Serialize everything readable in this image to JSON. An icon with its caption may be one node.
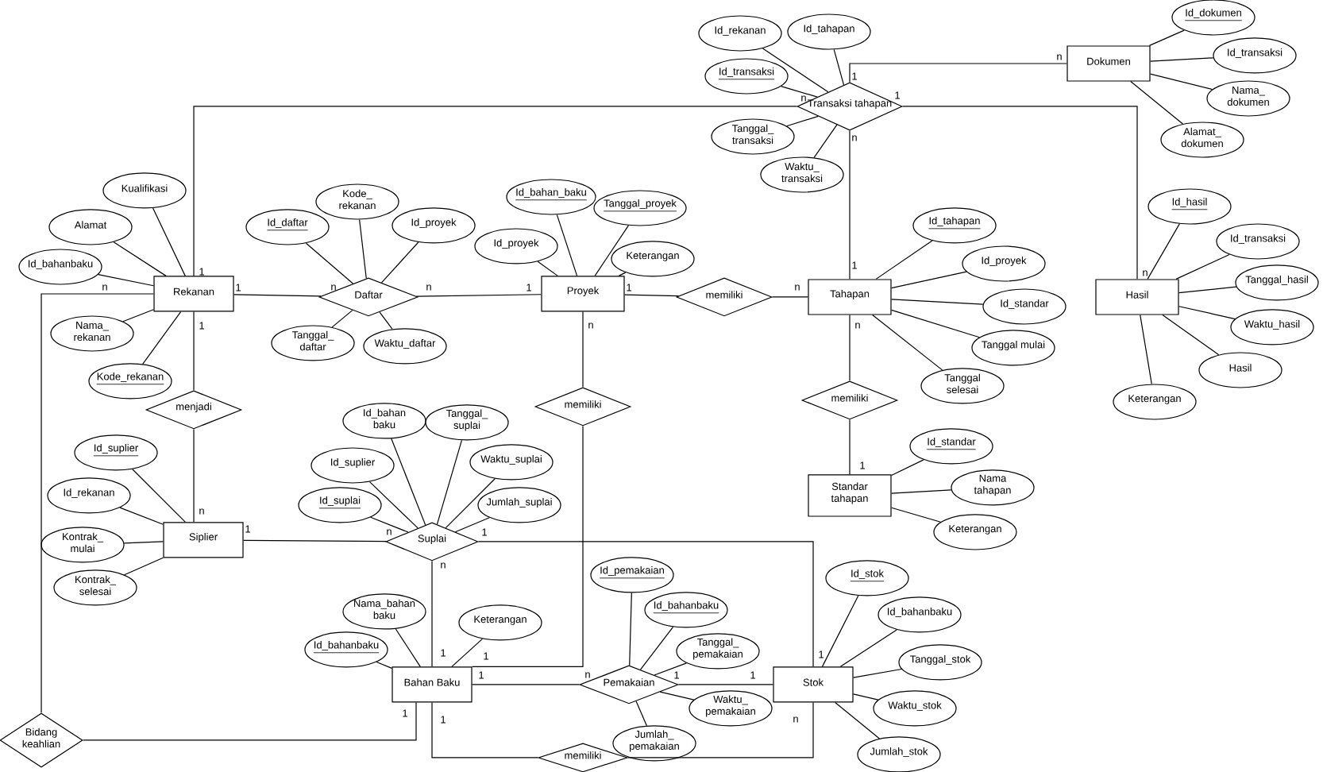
{
  "diagram": {
    "nodes": [
      {
        "text": [
          "Rekanan"
        ]
      },
      {
        "text": [
          "Daftar"
        ]
      },
      {
        "text": [
          "Proyek"
        ]
      },
      {
        "text": [
          "memiliki"
        ]
      },
      {
        "text": [
          "Tahapan"
        ]
      },
      {
        "text": [
          "Transaksi tahapan"
        ]
      },
      {
        "text": [
          "Dokumen"
        ]
      },
      {
        "text": [
          "Hasil"
        ]
      },
      {
        "text": [
          "memiliki"
        ]
      },
      {
        "text": [
          "Standar tahapan"
        ]
      },
      {
        "text": [
          "menjadi"
        ]
      },
      {
        "text": [
          "Siplier"
        ]
      },
      {
        "text": [
          "memiliki"
        ]
      },
      {
        "text": [
          "Suplai"
        ]
      },
      {
        "text": [
          "Bahan Baku"
        ]
      },
      {
        "text": [
          "Pemakaian"
        ]
      },
      {
        "text": [
          "Stok"
        ]
      },
      {
        "text": [
          "memiliki"
        ]
      },
      {
        "text": [
          "Bidang keahlian"
        ]
      },
      {
        "text": [
          "Kualifikasi"
        ]
      },
      {
        "text": [
          "Alamat"
        ]
      },
      {
        "text": [
          "Id_bahanbaku"
        ]
      },
      {
        "text": [
          "Nama_rekanan"
        ]
      },
      {
        "text": [
          "Kode_rekanan"
        ]
      },
      {
        "text": [
          "Id_daftar"
        ]
      },
      {
        "text": [
          "Kode_rekanan"
        ]
      },
      {
        "text": [
          "Id_proyek"
        ]
      },
      {
        "text": [
          "Tanggal_daftar"
        ]
      },
      {
        "text": [
          "Waktu_daftar"
        ]
      },
      {
        "text": [
          "Id_bahan_baku"
        ]
      },
      {
        "text": [
          "Tanggal_proyek"
        ]
      },
      {
        "text": [
          "Id_proyek"
        ]
      },
      {
        "text": [
          "Keterangan"
        ]
      },
      {
        "text": [
          "Id_rekanan"
        ]
      },
      {
        "text": [
          "Id_tahapan"
        ]
      },
      {
        "text": [
          "Id_transaksi"
        ]
      },
      {
        "text": [
          "Tanggal_transaksi"
        ]
      },
      {
        "text": [
          "Waktu_transaksi"
        ]
      },
      {
        "text": [
          "Id_dokumen"
        ]
      },
      {
        "text": [
          "Id_transaksi"
        ]
      },
      {
        "text": [
          "Nama_dokumen"
        ]
      },
      {
        "text": [
          "Alamat_dokumen"
        ]
      },
      {
        "text": [
          "Id_tahapan"
        ]
      },
      {
        "text": [
          "Id_proyek"
        ]
      },
      {
        "text": [
          "Id_standar"
        ]
      },
      {
        "text": [
          "Tanggal mulai"
        ]
      },
      {
        "text": [
          "Tanggal selesai"
        ]
      },
      {
        "text": [
          "Id_hasil"
        ]
      },
      {
        "text": [
          "Id_transaksi"
        ]
      },
      {
        "text": [
          "Tanggal_hasil"
        ]
      },
      {
        "text": [
          "Waktu_hasil"
        ]
      },
      {
        "text": [
          "Hasil"
        ]
      },
      {
        "text": [
          "Keterangan"
        ]
      },
      {
        "text": [
          "Id_standar"
        ]
      },
      {
        "text": [
          "Nama tahapan"
        ]
      },
      {
        "text": [
          "Keterangan"
        ]
      },
      {
        "text": [
          "Id_suplier"
        ]
      },
      {
        "text": [
          "Id_rekanan"
        ]
      },
      {
        "text": [
          "Kontrak_ mulai"
        ]
      },
      {
        "text": [
          "Kontrak_ selesai"
        ]
      },
      {
        "text": [
          "Id_bahan baku"
        ]
      },
      {
        "text": [
          "Tanggal_suplai"
        ]
      },
      {
        "text": [
          "Id_suplier"
        ]
      },
      {
        "text": [
          "Waktu_suplai"
        ]
      },
      {
        "text": [
          "Id_suplai"
        ]
      },
      {
        "text": [
          "Jumlah_suplai"
        ]
      },
      {
        "text": [
          "Nama_bahan baku"
        ]
      },
      {
        "text": [
          "Keterangan"
        ]
      },
      {
        "text": [
          "Id_bahanbaku"
        ]
      },
      {
        "text": [
          "Id_pemakaian"
        ]
      },
      {
        "text": [
          "Id_bahanbaku"
        ]
      },
      {
        "text": [
          "Tanggal_pemakaian"
        ]
      },
      {
        "text": [
          "Waktu_pemakaian"
        ]
      },
      {
        "text": [
          "Jumlah_pemakaian"
        ]
      },
      {
        "text": [
          "Id_stok"
        ]
      },
      {
        "text": [
          "Id_bahanbaku"
        ]
      },
      {
        "text": [
          "Tanggal_stok"
        ]
      },
      {
        "text": [
          "Waktu_stok"
        ]
      },
      {
        "text": [
          "Jumlah_stok"
        ]
      }
    ],
    "edges": [
      {
        "from": 0,
        "to": 1,
        "arrow": "none"
      },
      {
        "from": 1,
        "to": 2,
        "arrow": "none"
      },
      {
        "from": 2,
        "to": 3,
        "arrow": "none"
      },
      {
        "from": 3,
        "to": 4,
        "arrow": "none"
      },
      {
        "from": 5,
        "to": 4,
        "arrow": "none"
      },
      {
        "from": 5,
        "to": 6,
        "arrow": "none"
      },
      {
        "from": 5,
        "to": 7,
        "arrow": "none"
      },
      {
        "from": 5,
        "to": 0,
        "arrow": "none"
      },
      {
        "from": 4,
        "to": 8,
        "arrow": "none"
      },
      {
        "from": 8,
        "to": 9,
        "arrow": "none"
      },
      {
        "from": 0,
        "to": 10,
        "arrow": "none"
      },
      {
        "from": 10,
        "to": 11,
        "arrow": "none"
      },
      {
        "from": 11,
        "to": 13,
        "arrow": "none"
      },
      {
        "from": 13,
        "to": 14,
        "arrow": "none"
      },
      {
        "from": 2,
        "to": 12,
        "arrow": "none"
      },
      {
        "from": 12,
        "to": 14,
        "arrow": "none"
      },
      {
        "from": 13,
        "to": 16,
        "arrow": "none"
      },
      {
        "from": 14,
        "to": 15,
        "arrow": "none"
      },
      {
        "from": 15,
        "to": 16,
        "arrow": "none"
      },
      {
        "from": 14,
        "to": 17,
        "arrow": "none"
      },
      {
        "from": 17,
        "to": 16,
        "arrow": "none"
      },
      {
        "from": 14,
        "to": 18,
        "arrow": "none"
      },
      {
        "from": 18,
        "to": 0,
        "arrow": "none"
      },
      {
        "from": 19,
        "to": 0,
        "arrow": "none"
      },
      {
        "from": 20,
        "to": 0,
        "arrow": "none"
      },
      {
        "from": 21,
        "to": 0,
        "arrow": "none"
      },
      {
        "from": 22,
        "to": 0,
        "arrow": "none"
      },
      {
        "from": 23,
        "to": 0,
        "arrow": "none"
      },
      {
        "from": 24,
        "to": 1,
        "arrow": "none"
      },
      {
        "from": 25,
        "to": 1,
        "arrow": "none"
      },
      {
        "from": 26,
        "to": 1,
        "arrow": "none"
      },
      {
        "from": 27,
        "to": 1,
        "arrow": "none"
      },
      {
        "from": 28,
        "to": 1,
        "arrow": "none"
      },
      {
        "from": 29,
        "to": 2,
        "arrow": "none"
      },
      {
        "from": 30,
        "to": 2,
        "arrow": "none"
      },
      {
        "from": 31,
        "to": 2,
        "arrow": "none"
      },
      {
        "from": 32,
        "to": 2,
        "arrow": "none"
      },
      {
        "from": 33,
        "to": 5,
        "arrow": "none"
      },
      {
        "from": 34,
        "to": 5,
        "arrow": "none"
      },
      {
        "from": 35,
        "to": 5,
        "arrow": "none"
      },
      {
        "from": 36,
        "to": 5,
        "arrow": "none"
      },
      {
        "from": 37,
        "to": 5,
        "arrow": "none"
      },
      {
        "from": 38,
        "to": 6,
        "arrow": "none"
      },
      {
        "from": 39,
        "to": 6,
        "arrow": "none"
      },
      {
        "from": 40,
        "to": 6,
        "arrow": "none"
      },
      {
        "from": 41,
        "to": 6,
        "arrow": "none"
      },
      {
        "from": 42,
        "to": 4,
        "arrow": "none"
      },
      {
        "from": 43,
        "to": 4,
        "arrow": "none"
      },
      {
        "from": 44,
        "to": 4,
        "arrow": "none"
      },
      {
        "from": 45,
        "to": 4,
        "arrow": "none"
      },
      {
        "from": 46,
        "to": 4,
        "arrow": "none"
      },
      {
        "from": 47,
        "to": 7,
        "arrow": "none"
      },
      {
        "from": 48,
        "to": 7,
        "arrow": "none"
      },
      {
        "from": 49,
        "to": 7,
        "arrow": "none"
      },
      {
        "from": 50,
        "to": 7,
        "arrow": "none"
      },
      {
        "from": 51,
        "to": 7,
        "arrow": "none"
      },
      {
        "from": 52,
        "to": 7,
        "arrow": "none"
      },
      {
        "from": 53,
        "to": 9,
        "arrow": "none"
      },
      {
        "from": 54,
        "to": 9,
        "arrow": "none"
      },
      {
        "from": 55,
        "to": 9,
        "arrow": "none"
      },
      {
        "from": 56,
        "to": 11,
        "arrow": "none"
      },
      {
        "from": 57,
        "to": 11,
        "arrow": "none"
      },
      {
        "from": 58,
        "to": 11,
        "arrow": "none"
      },
      {
        "from": 59,
        "to": 11,
        "arrow": "none"
      },
      {
        "from": 60,
        "to": 13,
        "arrow": "none"
      },
      {
        "from": 61,
        "to": 13,
        "arrow": "none"
      },
      {
        "from": 62,
        "to": 13,
        "arrow": "none"
      },
      {
        "from": 63,
        "to": 13,
        "arrow": "none"
      },
      {
        "from": 64,
        "to": 13,
        "arrow": "none"
      },
      {
        "from": 65,
        "to": 13,
        "arrow": "none"
      },
      {
        "from": 66,
        "to": 14,
        "arrow": "none"
      },
      {
        "from": 67,
        "to": 14,
        "arrow": "none"
      },
      {
        "from": 68,
        "to": 14,
        "arrow": "none"
      },
      {
        "from": 69,
        "to": 15,
        "arrow": "none"
      },
      {
        "from": 70,
        "to": 15,
        "arrow": "none"
      },
      {
        "from": 71,
        "to": 15,
        "arrow": "none"
      },
      {
        "from": 72,
        "to": 15,
        "arrow": "none"
      },
      {
        "from": 73,
        "to": 15,
        "arrow": "none"
      },
      {
        "from": 74,
        "to": 16,
        "arrow": "none"
      },
      {
        "from": 75,
        "to": 16,
        "arrow": "none"
      },
      {
        "from": 76,
        "to": 16,
        "arrow": "none"
      },
      {
        "from": 77,
        "to": 16,
        "arrow": "none"
      },
      {
        "from": 78,
        "to": 16,
        "arrow": "none"
      }
    ],
    "labels": [
      "n",
      "1",
      "n",
      "1",
      "n",
      "1",
      "1",
      "n",
      "n",
      "1",
      "n",
      "n",
      "1",
      "1",
      "n",
      "1",
      "n",
      "n",
      "1",
      "n",
      "1",
      "n",
      "1",
      "n",
      "1",
      "1",
      "1",
      "1",
      "n",
      "1",
      "1",
      "1",
      "1",
      "n"
    ]
  }
}
